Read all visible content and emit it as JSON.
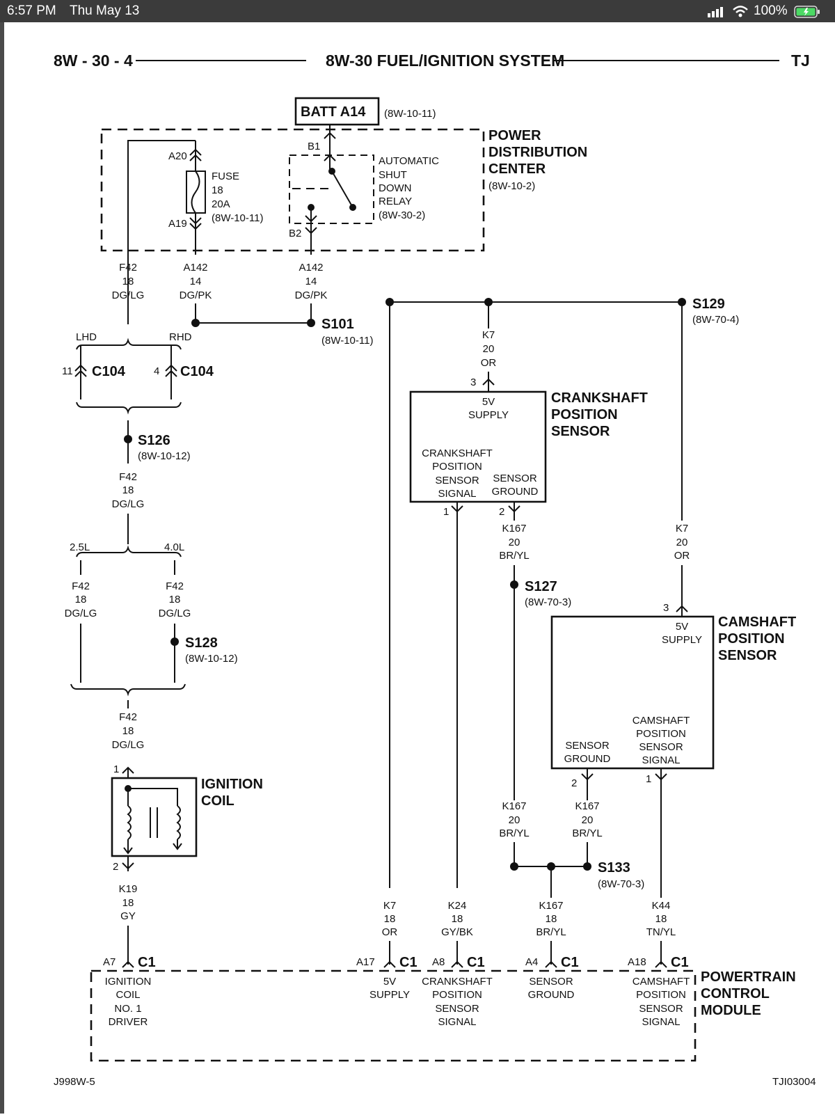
{
  "status_bar": {
    "time": "6:57 PM",
    "date": "Thu May 13",
    "battery": "100%"
  },
  "header": {
    "left": "8W - 30 - 4",
    "title": "8W-30 FUEL/IGNITION SYSTEM",
    "right": "TJ"
  },
  "footer": {
    "left": "J998W-5",
    "right": "TJI03004"
  },
  "batt": {
    "label": "BATT A14",
    "ref": "(8W-10-11)"
  },
  "pdc": {
    "name": [
      "POWER",
      "DISTRIBUTION",
      "CENTER"
    ],
    "ref": "(8W-10-2)",
    "a20": "A20",
    "a19": "A19",
    "b1": "B1",
    "b2": "B2",
    "fuse": [
      "FUSE",
      "18",
      "20A",
      "(8W-10-11)"
    ],
    "relay": [
      "AUTOMATIC",
      "SHUT",
      "DOWN",
      "RELAY",
      "(8W-30-2)"
    ]
  },
  "wires": {
    "f42_top": [
      "F42",
      "18",
      "DG/LG"
    ],
    "a142_left": [
      "A142",
      "14",
      "DG/PK"
    ],
    "a142_right": [
      "A142",
      "14",
      "DG/PK"
    ],
    "k7_crank": [
      "K7",
      "20",
      "OR"
    ],
    "f42_s126": [
      "F42",
      "18",
      "DG/LG"
    ],
    "f42_25": [
      "F42",
      "18",
      "DG/LG"
    ],
    "f42_40": [
      "F42",
      "18",
      "DG/LG"
    ],
    "f42_coil": [
      "F42",
      "18",
      "DG/LG"
    ],
    "k167_crank": [
      "K167",
      "20",
      "BR/YL"
    ],
    "k7_cam": [
      "K7",
      "20",
      "OR"
    ],
    "k167_left": [
      "K167",
      "20",
      "BR/YL"
    ],
    "k167_right": [
      "K167",
      "20",
      "BR/YL"
    ],
    "k19": [
      "K19",
      "18",
      "GY"
    ],
    "k7_pcm": [
      "K7",
      "18",
      "OR"
    ],
    "k24": [
      "K24",
      "18",
      "GY/BK"
    ],
    "k167_pcm": [
      "K167",
      "18",
      "BR/YL"
    ],
    "k44": [
      "K44",
      "18",
      "TN/YL"
    ]
  },
  "splices": {
    "s101": {
      "label": "S101",
      "ref": "(8W-10-11)"
    },
    "s129": {
      "label": "S129",
      "ref": "(8W-70-4)"
    },
    "s126": {
      "label": "S126",
      "ref": "(8W-10-12)"
    },
    "s127": {
      "label": "S127",
      "ref": "(8W-70-3)"
    },
    "s128": {
      "label": "S128",
      "ref": "(8W-10-12)"
    },
    "s133": {
      "label": "S133",
      "ref": "(8W-70-3)"
    }
  },
  "connectors": {
    "lhd": "LHD",
    "rhd": "RHD",
    "c104_left_pin": "11",
    "c104_left": "C104",
    "c104_right_pin": "4",
    "c104_right": "C104",
    "l25": "2.5L",
    "l40": "4.0L"
  },
  "crank_sensor": {
    "name": [
      "CRANKSHAFT",
      "POSITION",
      "SENSOR"
    ],
    "pin3": "3",
    "supply": [
      "5V",
      "SUPPLY"
    ],
    "signal": [
      "CRANKSHAFT",
      "POSITION",
      "SENSOR",
      "SIGNAL"
    ],
    "ground": [
      "SENSOR",
      "GROUND"
    ],
    "pin1": "1",
    "pin2": "2"
  },
  "cam_sensor": {
    "name": [
      "CAMSHAFT",
      "POSITION",
      "SENSOR"
    ],
    "pin3": "3",
    "supply": [
      "5V",
      "SUPPLY"
    ],
    "ground": [
      "SENSOR",
      "GROUND"
    ],
    "signal": [
      "CAMSHAFT",
      "POSITION",
      "SENSOR",
      "SIGNAL"
    ],
    "pin2": "2",
    "pin1": "1"
  },
  "ignition_coil": {
    "name": [
      "IGNITION",
      "COIL"
    ],
    "pin1": "1",
    "pin2": "2"
  },
  "pcm": {
    "name": [
      "POWERTRAIN",
      "CONTROL",
      "MODULE"
    ],
    "c1": "C1",
    "pins": {
      "a7": {
        "pin": "A7",
        "text": [
          "IGNITION",
          "COIL",
          "NO. 1",
          "DRIVER"
        ]
      },
      "a17": {
        "pin": "A17",
        "text": [
          "5V",
          "SUPPLY"
        ]
      },
      "a8": {
        "pin": "A8",
        "text": [
          "CRANKSHAFT",
          "POSITION",
          "SENSOR",
          "SIGNAL"
        ]
      },
      "a4": {
        "pin": "A4",
        "text": [
          "SENSOR",
          "GROUND"
        ]
      },
      "a18": {
        "pin": "A18",
        "text": [
          "CAMSHAFT",
          "POSITION",
          "SENSOR",
          "SIGNAL"
        ]
      }
    }
  }
}
